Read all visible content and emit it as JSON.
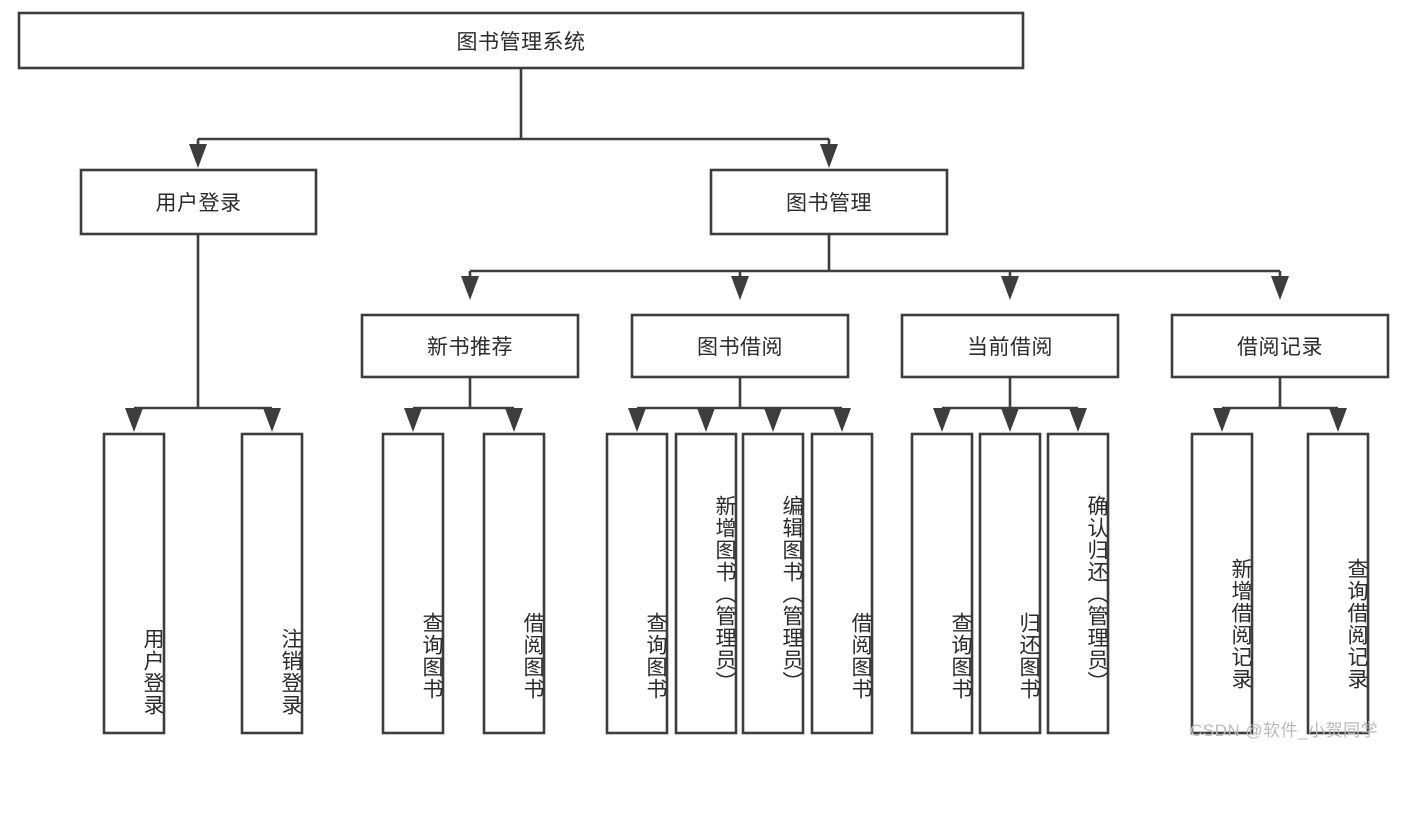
{
  "diagram": {
    "type": "tree-hierarchy",
    "title": "图书管理系统",
    "orientation": "top-down",
    "colors": {
      "box_stroke": "#3d3d3d",
      "box_fill": "#ffffff",
      "text": "#2b2b2b",
      "background": "#ffffff",
      "watermark": "#b9b9b9"
    },
    "levels": [
      {
        "level": 1,
        "nodes": [
          {
            "id": "root",
            "label": "图书管理系统",
            "orientation": "horizontal"
          }
        ]
      },
      {
        "level": 2,
        "nodes": [
          {
            "id": "user-login",
            "label": "用户登录",
            "orientation": "horizontal",
            "parent": "root"
          },
          {
            "id": "book-manage",
            "label": "图书管理",
            "orientation": "horizontal",
            "parent": "root"
          }
        ]
      },
      {
        "level": 3,
        "nodes": [
          {
            "id": "new-book-rec",
            "label": "新书推荐",
            "orientation": "horizontal",
            "parent": "book-manage"
          },
          {
            "id": "book-borrow",
            "label": "图书借阅",
            "orientation": "horizontal",
            "parent": "book-manage"
          },
          {
            "id": "current-borrow",
            "label": "当前借阅",
            "orientation": "horizontal",
            "parent": "book-manage"
          },
          {
            "id": "borrow-record",
            "label": "借阅记录",
            "orientation": "horizontal",
            "parent": "book-manage"
          }
        ]
      },
      {
        "level": 4,
        "nodes": [
          {
            "id": "leaf-user-login",
            "label": "用户登录",
            "orientation": "vertical",
            "parent": "user-login"
          },
          {
            "id": "leaf-logout",
            "label": "注销登录",
            "orientation": "vertical",
            "parent": "user-login"
          },
          {
            "id": "leaf-query-book-1",
            "label": "查询图书",
            "orientation": "vertical",
            "parent": "new-book-rec"
          },
          {
            "id": "leaf-borrow-book-1",
            "label": "借阅图书",
            "orientation": "vertical",
            "parent": "new-book-rec"
          },
          {
            "id": "leaf-query-book-2",
            "label": "查询图书",
            "orientation": "vertical",
            "parent": "book-borrow"
          },
          {
            "id": "leaf-add-book",
            "label": "新增图书（管理员）",
            "orientation": "vertical",
            "parent": "book-borrow"
          },
          {
            "id": "leaf-edit-book",
            "label": "编辑图书（管理员）",
            "orientation": "vertical",
            "parent": "book-borrow"
          },
          {
            "id": "leaf-borrow-book-2",
            "label": "借阅图书",
            "orientation": "vertical",
            "parent": "book-borrow"
          },
          {
            "id": "leaf-query-book-3",
            "label": "查询图书",
            "orientation": "vertical",
            "parent": "current-borrow"
          },
          {
            "id": "leaf-return-book",
            "label": "归还图书",
            "orientation": "vertical",
            "parent": "current-borrow"
          },
          {
            "id": "leaf-confirm-return",
            "label": "确认归还（管理员）",
            "orientation": "vertical",
            "parent": "current-borrow"
          },
          {
            "id": "leaf-add-record",
            "label": "新增借阅记录",
            "orientation": "vertical",
            "parent": "borrow-record"
          },
          {
            "id": "leaf-query-record",
            "label": "查询借阅记录",
            "orientation": "vertical",
            "parent": "borrow-record"
          }
        ]
      }
    ]
  },
  "watermark": {
    "text": "CSDN @软件_小贺同学"
  }
}
